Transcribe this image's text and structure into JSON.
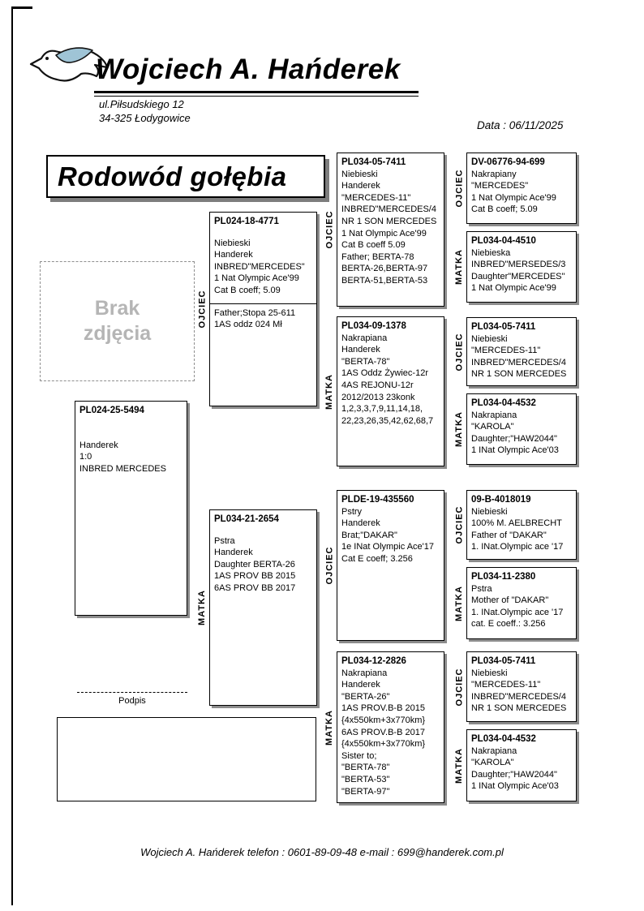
{
  "header": {
    "name": "Wojciech A. Hańderek",
    "address1": "ul.Piłsudskiego 12",
    "address2": "34-325 Łodygowice",
    "date": "Data :   06/11/2025"
  },
  "title": "Rodowód gołębia",
  "photo": {
    "line1": "Brak",
    "line2": "zdjęcia"
  },
  "labels": {
    "father": "OJCIEC",
    "mother": "MATKA",
    "signature": "Podpis"
  },
  "subject": {
    "ring": "PL024-25-5494",
    "lines": [
      "Handerek",
      "1:0",
      "INBRED MERCEDES"
    ]
  },
  "father": {
    "ring": "PL024-18-4771",
    "lines": [
      "Niebieski",
      "Handerek",
      "INBRED\"MERCEDES\"",
      "1 Nat Olympic Ace'99",
      "Cat  B  coeff;  5.09"
    ],
    "lines2": [
      "Father;Stopa 25-611",
      "1AS oddz 024 Mł"
    ]
  },
  "mother": {
    "ring": "PL034-21-2654",
    "lines": [
      "Pstra",
      "Handerek",
      "Daughter BERTA-26",
      "1AS PROV BB 2015",
      "6AS PROV BB 2017"
    ]
  },
  "grandparents": [
    {
      "ring": "PL034-05-7411",
      "lines": [
        "Niebieski",
        "Handerek",
        "\"MERCEDES-11\"",
        "INBRED\"MERCEDES/4",
        "NR 1 SON MERCEDES",
        "1 Nat Olympic Ace'99",
        "Cat B coeff 5.09",
        "Father; BERTA-78",
        "BERTA-26,BERTA-97",
        "BERTA-51,BERTA-53"
      ]
    },
    {
      "ring": "PL034-09-1378",
      "lines": [
        "Nakrapiana",
        "Handerek",
        "\"BERTA-78\"",
        "1AS Oddz Żywiec-12r",
        "4AS REJONU-12r",
        "2012/2013 23konk",
        "1,2,3,3,7,9,11,14,18,",
        "22,23,26,35,42,62,68,7"
      ]
    },
    {
      "ring": "PLDE-19-435560",
      "lines": [
        "Pstry",
        "Handerek",
        "Brat;\"DAKAR\"",
        "1e INat Olympic Ace'17",
        "Cat E coeff; 3.256"
      ]
    },
    {
      "ring": "PL034-12-2826",
      "lines": [
        "Nakrapiana",
        "Handerek",
        "\"BERTA-26\"",
        "1AS PROV.B-B 2015",
        "{4x550km+3x770km}",
        "6AS PROV.B-B 2017",
        "{4x550km+3x770km}",
        "Sister to;",
        "\"BERTA-78\"",
        "\"BERTA-53\"",
        "\"BERTA-97\""
      ]
    }
  ],
  "great_grandparents": [
    {
      "ring": "DV-06776-94-699",
      "lines": [
        "Nakrapiany",
        "\"MERCEDES\"",
        "1 Nat Olympic Ace'99",
        "Cat B coeff; 5.09"
      ]
    },
    {
      "ring": "PL034-04-4510",
      "lines": [
        "Niebieska",
        "INBRED\"MERSEDES/3",
        "Daughter\"MERCEDES\"",
        "1 Nat Olympic Ace'99"
      ]
    },
    {
      "ring": "PL034-05-7411",
      "lines": [
        "Niebieski",
        "\"MERCEDES-11\"",
        "INBRED\"MERCEDES/4",
        "NR 1 SON MERCEDES"
      ]
    },
    {
      "ring": "PL034-04-4532",
      "lines": [
        "Nakrapiana",
        "\"KAROLA\"",
        "Daughter;\"HAW2044\"",
        "1 INat Olympic Ace'03"
      ]
    },
    {
      "ring": "09-B-4018019",
      "lines": [
        "Niebieski",
        "100% M. AELBRECHT",
        "Father of \"DAKAR\"",
        "1. INat.Olympic ace '17"
      ]
    },
    {
      "ring": "PL034-11-2380",
      "lines": [
        "Pstra",
        "Mother of \"DAKAR\"",
        "1. INat.Olympic ace '17",
        "cat. E coeff.: 3.256"
      ]
    },
    {
      "ring": "PL034-05-7411",
      "lines": [
        "Niebieski",
        "\"MERCEDES-11\"",
        "INBRED\"MERCEDES/4",
        "NR 1 SON MERCEDES"
      ]
    },
    {
      "ring": "PL034-04-4532",
      "lines": [
        "Nakrapiana",
        "\"KAROLA\"",
        "Daughter;\"HAW2044\"",
        "1 INat Olympic Ace'03"
      ]
    }
  ],
  "footer": "Wojciech A. Hańderek   telefon : 0601-89-09-48   e-mail : 699@handerek.com.pl"
}
